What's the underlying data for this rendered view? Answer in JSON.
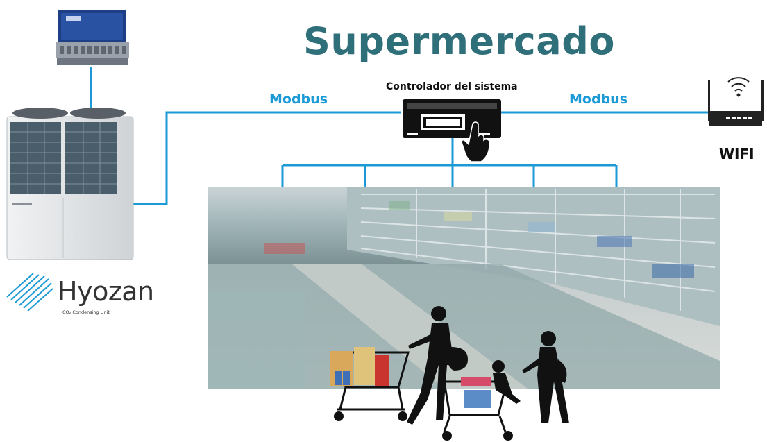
{
  "diagram": {
    "title": "Supermercado",
    "controller_label": "Controlador del sistema",
    "protocol_left": "Modbus",
    "protocol_right": "Modbus",
    "wifi_label": "WIFI",
    "brand": {
      "name": "Hyozan",
      "subtitle": "CO₂ Condensing Unit"
    }
  },
  "colors": {
    "title": "#2f6f7a",
    "connection_line": "#1b9ad6",
    "protocol_text": "#1b9ad6",
    "unit_body": "#e4e6e8",
    "gateway_box": "#1d3f86"
  },
  "icons": {
    "gateway": "gateway-device-icon",
    "condensing_unit": "condensing-unit-icon",
    "controller": "controller-keypad-icon",
    "router": "wifi-router-icon",
    "store": "supermarket-aisle-image",
    "shoppers": "shoppers-silhouette-icon",
    "brand_logo": "hyozan-logo-icon"
  }
}
